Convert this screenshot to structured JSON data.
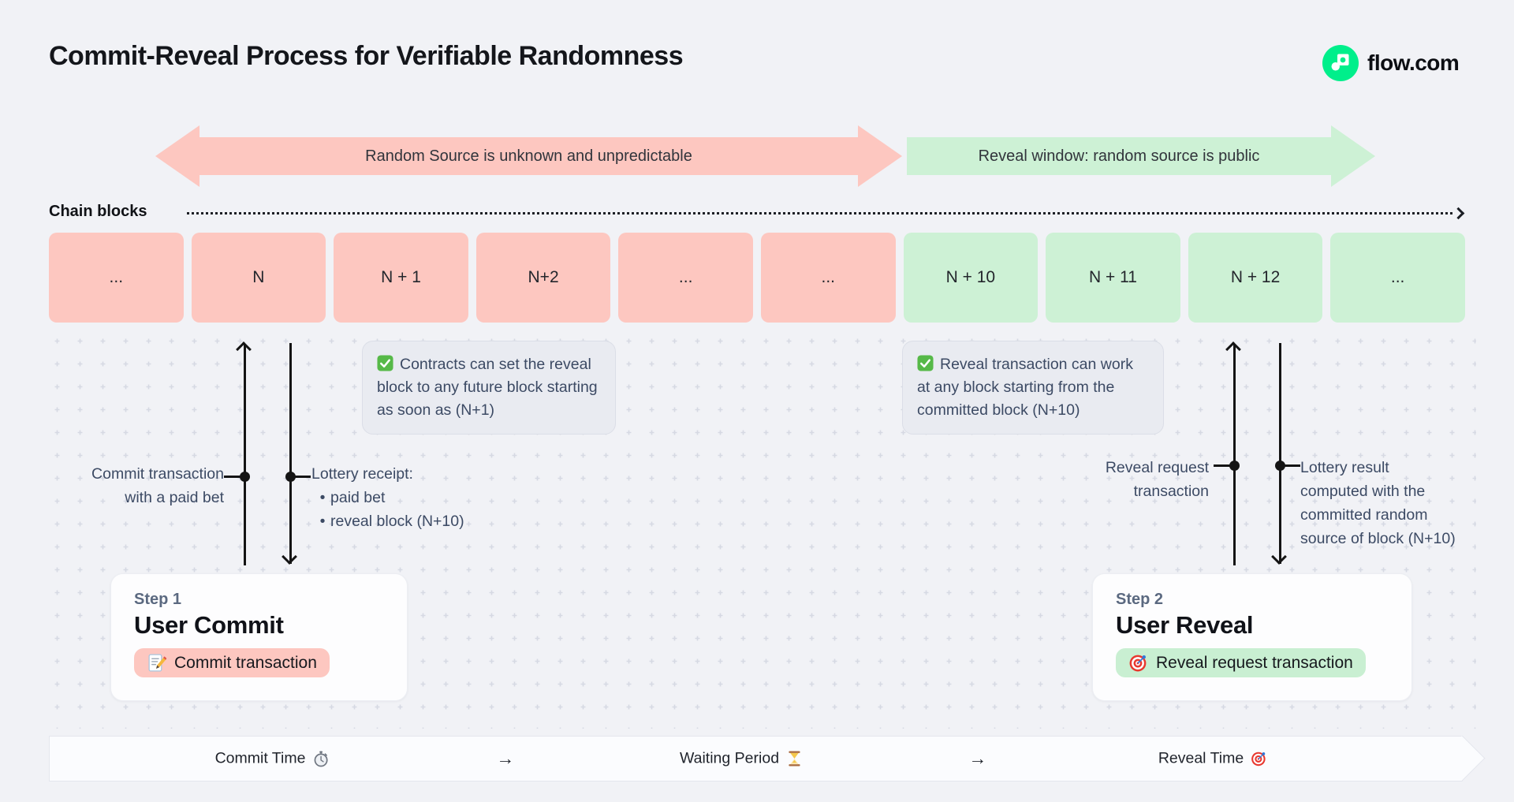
{
  "header": {
    "title": "Commit-Reveal Process for Verifiable Randomness",
    "brand": "flow.com"
  },
  "colors": {
    "background": "#f1f2f6",
    "commit_pink": "#fdc7c0",
    "reveal_green": "#cdf1d5",
    "flow_green": "#00ef8b",
    "slate_text": "#3c4a64",
    "note_background": "#e9ebf1"
  },
  "banners": {
    "unknown": {
      "label": "Random Source is unknown and unpredictable"
    },
    "reveal": {
      "label": "Reveal window: random source is public"
    }
  },
  "chain": {
    "label": "Chain blocks",
    "blocks": [
      {
        "label": "...",
        "phase": "commit"
      },
      {
        "label": "N",
        "phase": "commit"
      },
      {
        "label": "N + 1",
        "phase": "commit"
      },
      {
        "label": "N+2",
        "phase": "commit"
      },
      {
        "label": "...",
        "phase": "commit"
      },
      {
        "label": "...",
        "phase": "commit"
      },
      {
        "label": "N + 10",
        "phase": "reveal"
      },
      {
        "label": "N + 11",
        "phase": "reveal"
      },
      {
        "label": "N + 12",
        "phase": "reveal"
      },
      {
        "label": "...",
        "phase": "reveal"
      }
    ]
  },
  "notes": {
    "commit_note": "Contracts can set the reveal block to any future block starting as soon as (N+1)",
    "reveal_note": "Reveal transaction can work at any block starting from the committed block (N+10)"
  },
  "annotations": {
    "commit_tx": [
      "Commit transaction",
      "with a paid bet"
    ],
    "lottery_receipt": {
      "title": "Lottery receipt:",
      "bullets": [
        "paid bet",
        "reveal block (N+10)"
      ]
    },
    "reveal_request": [
      "Reveal request",
      "transaction"
    ],
    "lottery_result": [
      "Lottery result",
      "computed with the",
      "committed random",
      "source of block (N+10)"
    ]
  },
  "steps": {
    "step1": {
      "eyebrow": "Step 1",
      "title": "User Commit",
      "badge": "Commit transaction"
    },
    "step2": {
      "eyebrow": "Step 2",
      "title": "User Reveal",
      "badge": "Reveal request transaction"
    }
  },
  "timeline": {
    "separator": "→",
    "items": [
      {
        "label": "Commit Time",
        "icon": "stopwatch-icon"
      },
      {
        "label": "Waiting Period",
        "icon": "hourglass-icon"
      },
      {
        "label": "Reveal Time",
        "icon": "target-icon"
      }
    ]
  },
  "icons": {
    "flow-logo": "flow circular mark",
    "check": "✅",
    "memo": "📝",
    "target": "🎯",
    "stopwatch": "⏱",
    "hourglass": "⏳"
  }
}
